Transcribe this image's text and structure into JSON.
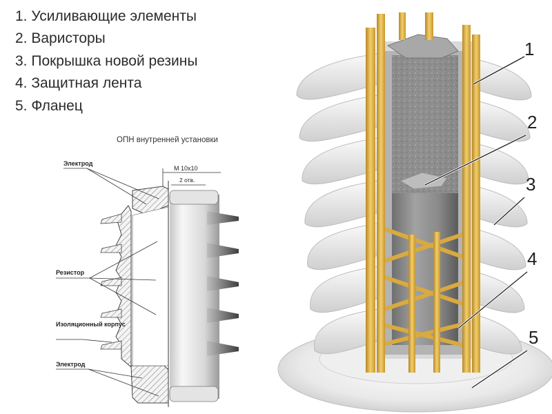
{
  "legend": {
    "items": [
      "1. Усиливающие элементы",
      "2. Варисторы",
      "3. Покрышка новой резины",
      "4. Защитная лента",
      "5. Фланец"
    ]
  },
  "drawing": {
    "title": "ОПН внутренней установки",
    "labels": {
      "electrode_top": "Электрод",
      "thread": "М 10х10",
      "holes": "2 отв.",
      "resistor": "Резистор",
      "insulation": "Изоляционный корпус",
      "electrode_bottom": "Электрод"
    }
  },
  "callouts": [
    "1",
    "2",
    "3",
    "4",
    "5"
  ],
  "colors": {
    "rod": "#e8b840",
    "varistor": "#8d8d8d",
    "shed": "#e6e6e6",
    "hatch": "#b8b8b8"
  }
}
